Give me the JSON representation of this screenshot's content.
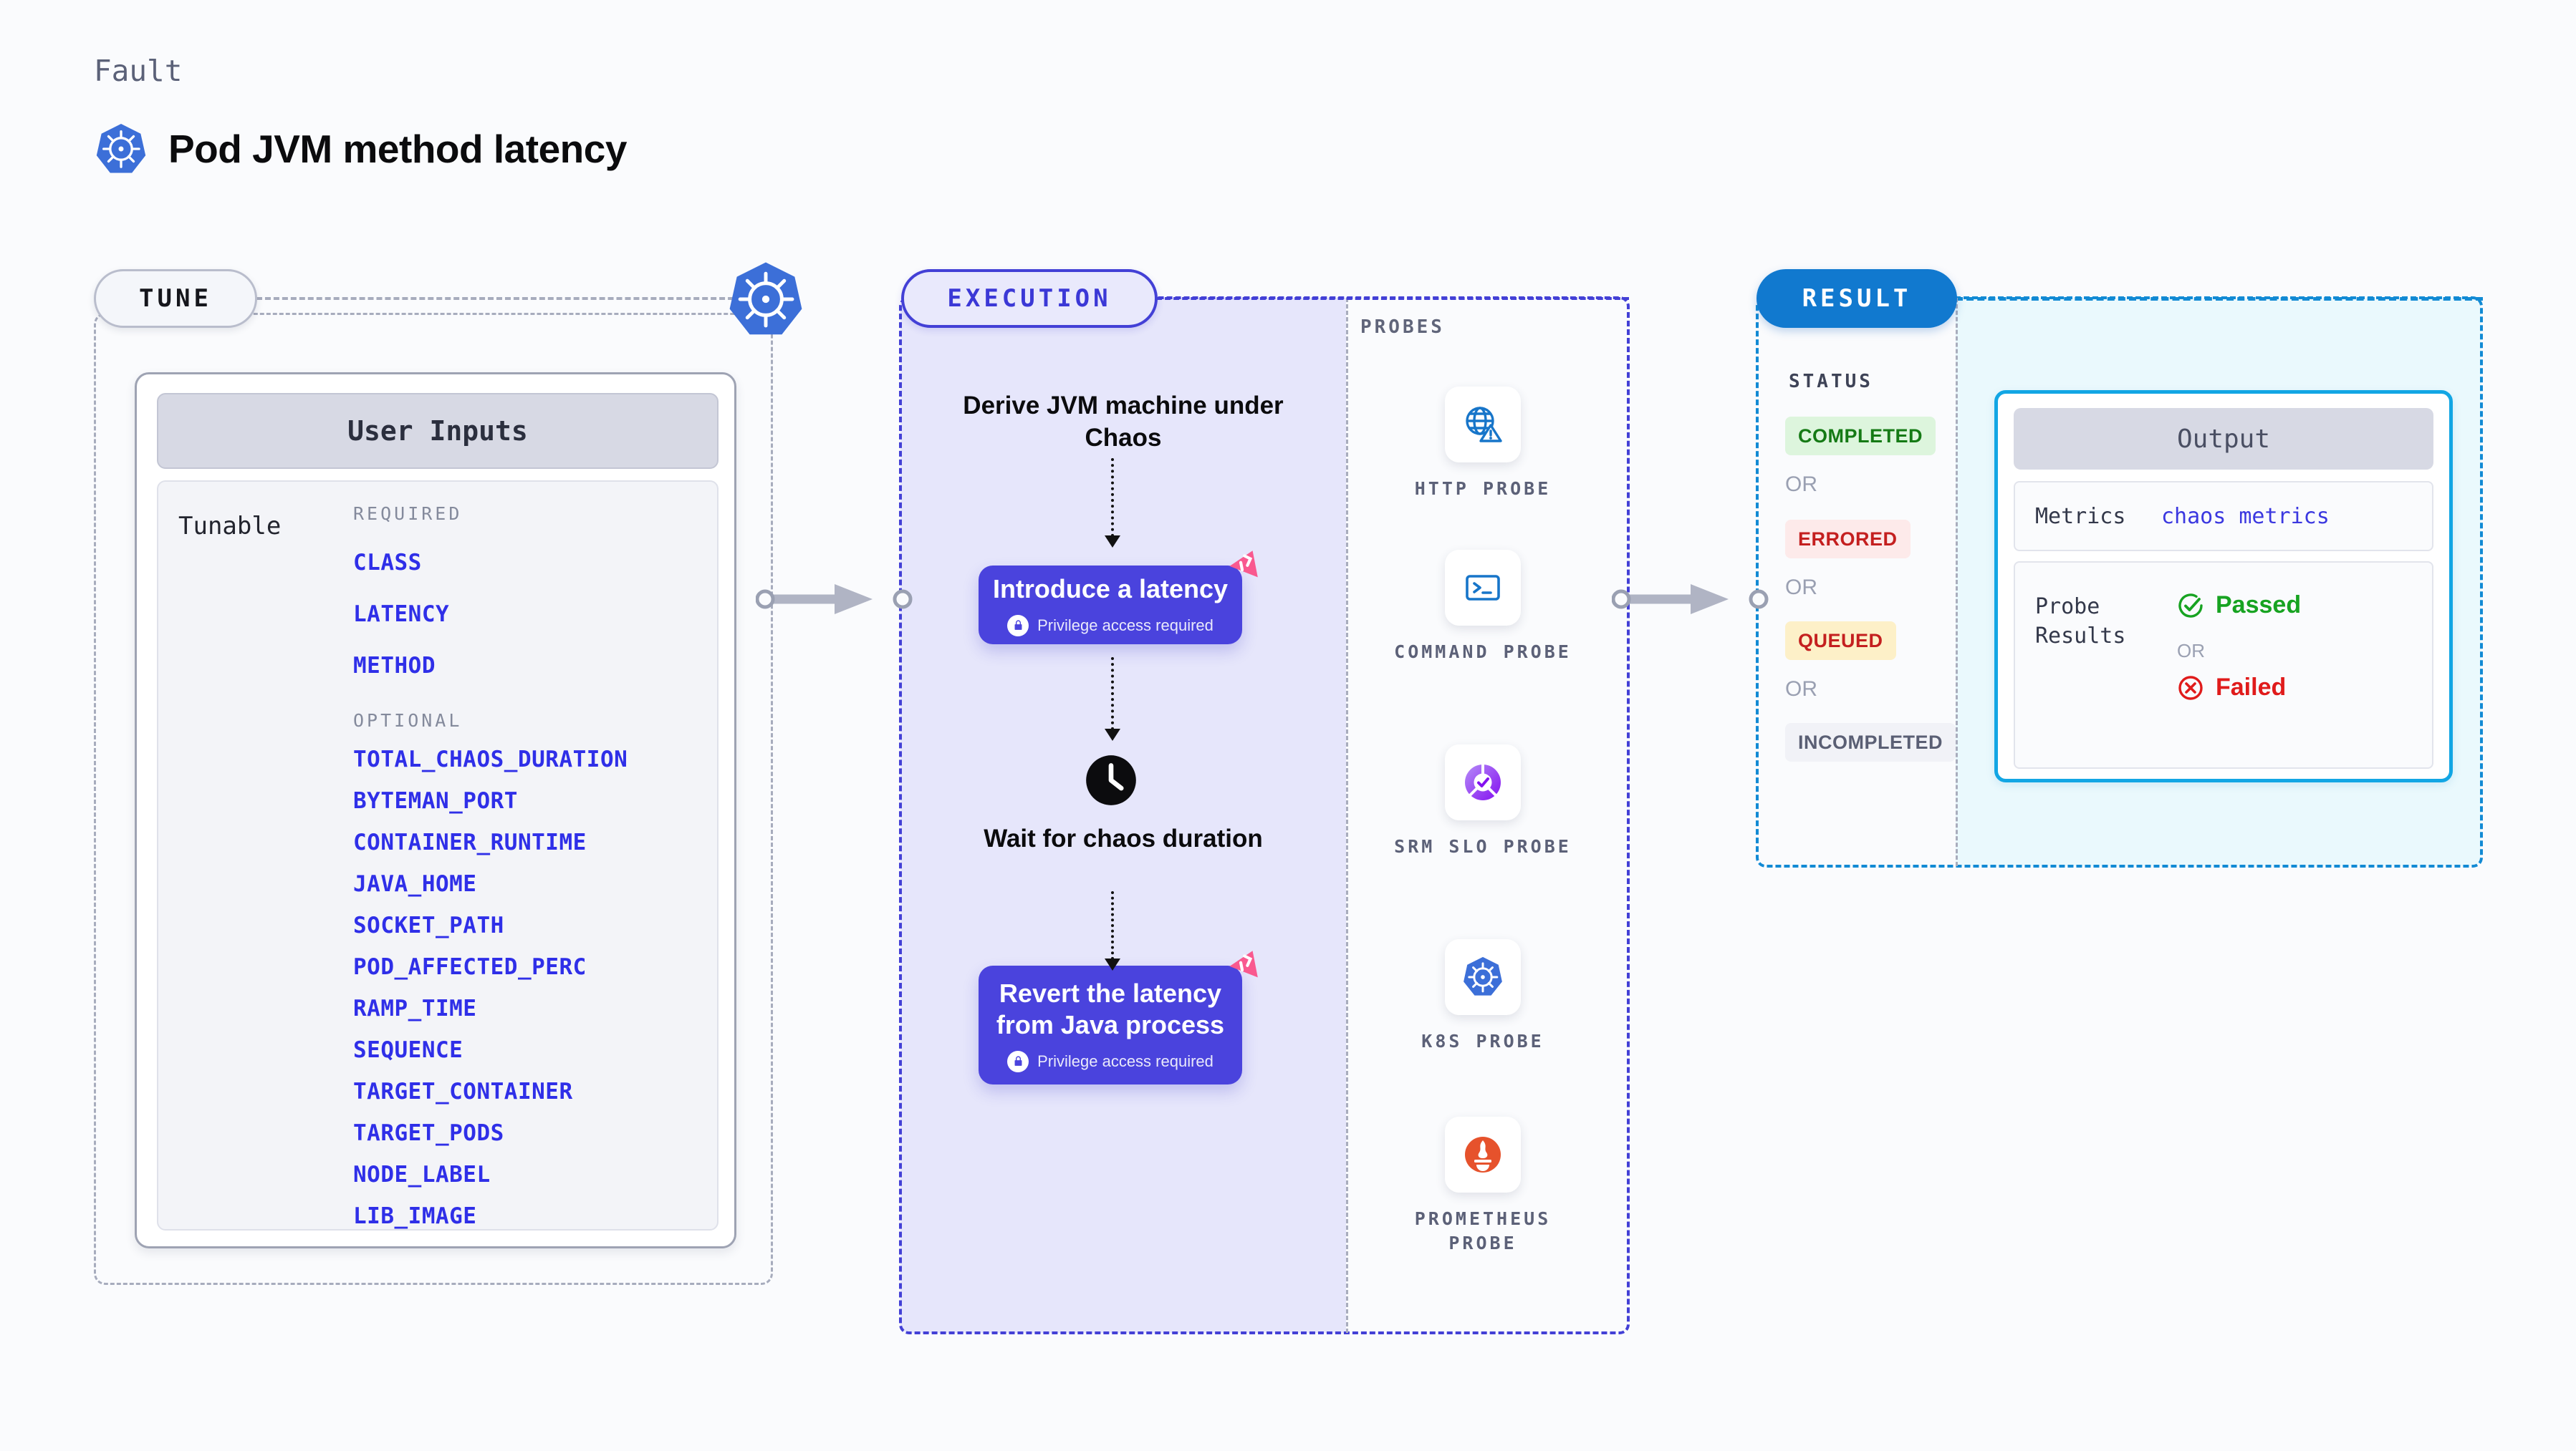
{
  "header": {
    "eyebrow": "Fault",
    "title": "Pod JVM method latency",
    "icon": "kubernetes-icon"
  },
  "tune": {
    "pill_label": "TUNE",
    "card_header": "User Inputs",
    "tunable_label": "Tunable",
    "required_title": "REQUIRED",
    "optional_title": "OPTIONAL",
    "required": [
      "CLASS",
      "LATENCY",
      "METHOD"
    ],
    "optional": [
      "TOTAL_CHAOS_DURATION",
      "BYTEMAN_PORT",
      "CONTAINER_RUNTIME",
      "JAVA_HOME",
      "SOCKET_PATH",
      "POD_AFFECTED_PERC",
      "RAMP_TIME",
      "SEQUENCE",
      "TARGET_CONTAINER",
      "TARGET_PODS",
      "NODE_LABEL",
      "LIB_IMAGE"
    ]
  },
  "execution": {
    "pill_label": "EXECUTION",
    "step1_text": "Derive JVM machine\nunder Chaos",
    "step2_title": "Introduce a latency",
    "step2_note": "Privilege access required",
    "step3_text": "Wait for chaos\nduration",
    "step4_title": "Revert the latency\nfrom Java process",
    "step4_note": "Privilege access required"
  },
  "probes": {
    "title": "PROBES",
    "items": [
      {
        "label": "HTTP PROBE",
        "icon": "globe-warning-icon"
      },
      {
        "label": "COMMAND PROBE",
        "icon": "terminal-icon"
      },
      {
        "label": "SRM SLO PROBE",
        "icon": "srm-slo-icon"
      },
      {
        "label": "K8S PROBE",
        "icon": "kubernetes-icon"
      },
      {
        "label": "PROMETHEUS PROBE",
        "icon": "prometheus-icon"
      }
    ]
  },
  "result": {
    "pill_label": "RESULT",
    "status_title": "STATUS",
    "or_label": "OR",
    "statuses": [
      {
        "label": "COMPLETED",
        "bg": "#ddf5dd",
        "fg": "#157a15"
      },
      {
        "label": "ERRORED",
        "bg": "#fdeaea",
        "fg": "#c41f1f"
      },
      {
        "label": "QUEUED",
        "bg": "#fdf0c8",
        "fg": "#c41f1f"
      },
      {
        "label": "INCOMPLETED",
        "bg": "#f1f2f7",
        "fg": "#5a5f74"
      }
    ],
    "output": {
      "header": "Output",
      "metrics_key": "Metrics",
      "metrics_value": "chaos metrics",
      "probe_results_key": "Probe\nResults",
      "passed_label": "Passed",
      "failed_label": "Failed",
      "or_label": "OR"
    }
  },
  "colors": {
    "accent_indigo": "#4340d6",
    "accent_blue": "#1179cf",
    "accent_cyan": "#12a6e4",
    "param_blue": "#2f2fe8",
    "chaos_pink": "#f9598f"
  }
}
